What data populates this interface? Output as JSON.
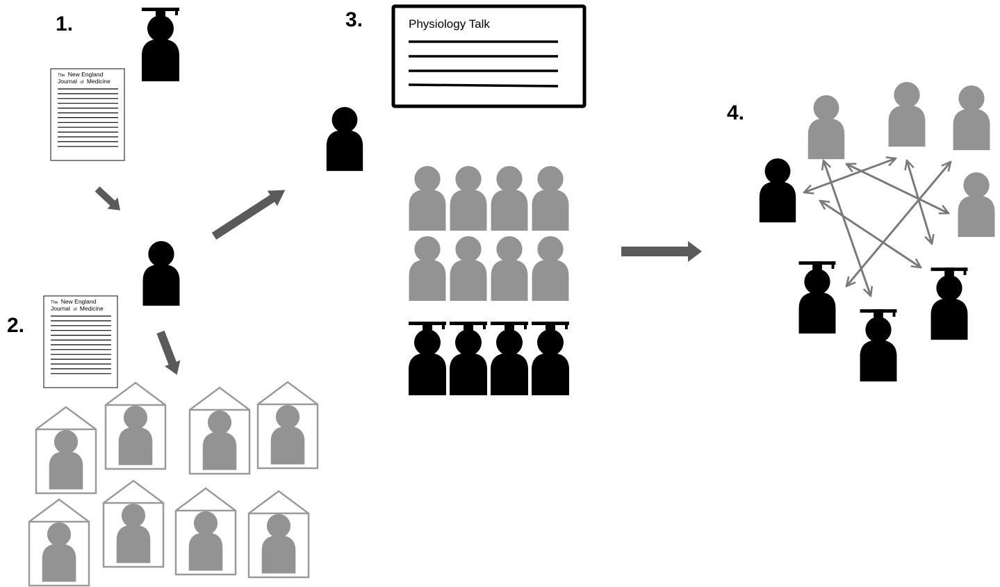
{
  "step_labels": {
    "step1": "1.",
    "step2": "2.",
    "step3": "3.",
    "step4": "4."
  },
  "journal": {
    "line1_small": "The",
    "line1_big": "New England",
    "line2_big": "Journal",
    "line2_small": "of",
    "line2_big_end": "Medicine"
  },
  "talk": {
    "title": "Physiology Talk"
  },
  "colors": {
    "faculty": "#000000",
    "student": "#939393",
    "arrow": "#5a5a5a",
    "network_arrow": "#7a7a7a",
    "house": "#9a9a9a"
  }
}
